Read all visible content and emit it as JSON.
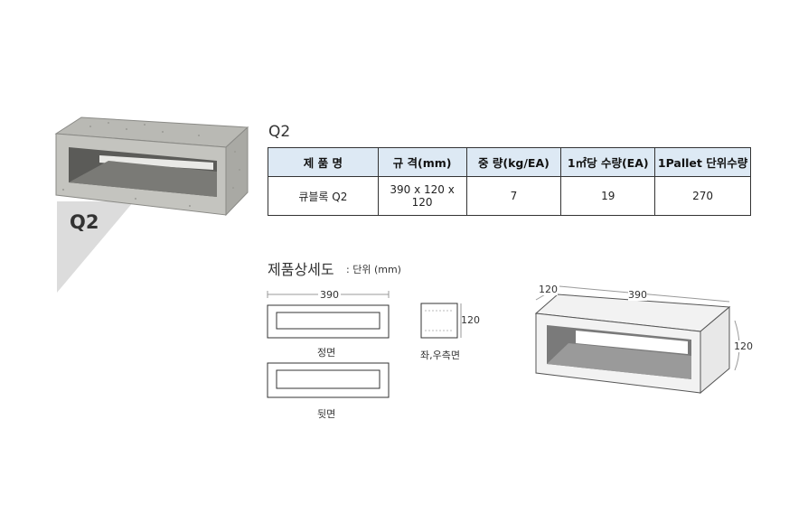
{
  "product": {
    "label": "Q2"
  },
  "table": {
    "title": "Q2",
    "headers": [
      "제 품 명",
      "규 격(mm)",
      "중 량(kg/EA)",
      "1㎡당 수량(EA)",
      "1Pallet 단위수량"
    ],
    "row": [
      "큐블록 Q2",
      "390 x 120 x 120",
      "7",
      "19",
      "270"
    ]
  },
  "detail": {
    "title": "제품상세도",
    "unit": ": 단위 (mm)",
    "front_width": "390",
    "front_label": "정면",
    "back_label": "뒷면",
    "side_height": "120",
    "side_label": "좌,우측면",
    "iso_depth": "120",
    "iso_width": "390",
    "iso_height": "120"
  },
  "colors": {
    "header_bg": "#dde9f4",
    "triangle": "#dcdcdc",
    "block_fill": "#f2f2f2"
  }
}
